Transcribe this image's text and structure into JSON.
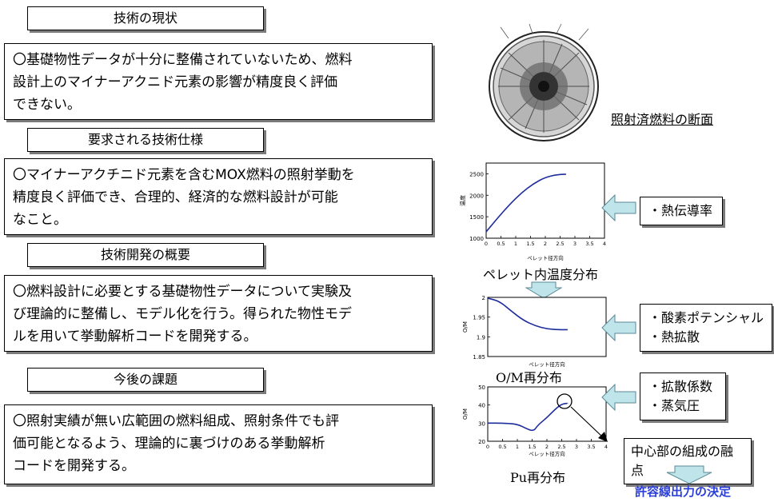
{
  "left": {
    "sections": [
      {
        "heading": "技術の現状",
        "lines": [
          "〇基礎物性データが十分に整備されていないため、燃料",
          "設計上のマイナーアクニド元素の影響が精度良く評価",
          "できない。"
        ]
      },
      {
        "heading": "要求される技術仕様",
        "lines": [
          "〇マイナーアクチニド元素を含むMOX燃料の照射挙動を",
          "精度良く評価でき、合理的、経済的な燃料設計が可能",
          "なこと。"
        ]
      },
      {
        "heading": "技術開発の概要",
        "lines": [
          "〇燃料設計に必要とする基礎物性データについて実験及",
          "び理論的に整備し、モデル化を行う。得られた物性モデ",
          "ルを用いて挙動解析コードを開発する。"
        ]
      },
      {
        "heading": "今後の課題",
        "lines": [
          "〇照射実績が無い広範囲の燃料組成、照射条件でも評",
          "価可能となるよう、理論的に裏づけのある挙動解析",
          "コードを開発する。"
        ]
      }
    ]
  },
  "right": {
    "crosssection_label": "照射済燃料の断面",
    "temp": {
      "caption": "ペレット内温度分布",
      "input": "・熱伝導率"
    },
    "om": {
      "caption": "O/M再分布",
      "inputs": [
        "・酸素ポテンシャル",
        "・熱拡散"
      ]
    },
    "pu": {
      "caption": "Pu再分布",
      "inputs": [
        "・拡散係数",
        "・蒸気圧"
      ]
    },
    "melting_point": "中心部の組成の融点",
    "decision": "許容線出力の決定"
  },
  "colors": {
    "curve": "#1c2c9c",
    "arrow_fill": "#bfe4ea",
    "arrow_stroke": "#5a8a96",
    "emphasis": "#2b3fd6"
  },
  "chart_data": [
    {
      "type": "line",
      "xlabel": "ペレット径方向",
      "ylabel": "温度",
      "xticks": [
        "0",
        "0.5",
        "1",
        "1.5",
        "2",
        "2.5",
        "3",
        "3.5",
        "4"
      ],
      "yticks": [
        "1000",
        "1500",
        "2000",
        "2500"
      ],
      "xlim": [
        0,
        4
      ],
      "ylim": [
        1000,
        2750
      ],
      "x": [
        0,
        0.4,
        0.8,
        1.2,
        1.6,
        2.0,
        2.4,
        2.7
      ],
      "y": [
        1150,
        1480,
        1790,
        2060,
        2270,
        2420,
        2480,
        2490
      ]
    },
    {
      "type": "line",
      "xlabel": "ペレット径方向",
      "ylabel": "O/M",
      "yticks": [
        "1.85",
        "1.9",
        "1.95",
        "2"
      ],
      "xlim": [
        0,
        4
      ],
      "ylim": [
        1.85,
        2.0
      ],
      "x": [
        0,
        0.4,
        0.8,
        1.2,
        1.6,
        2.0,
        2.4,
        2.7
      ],
      "y": [
        1.998,
        1.99,
        1.965,
        1.942,
        1.928,
        1.92,
        1.918,
        1.918
      ]
    },
    {
      "type": "line",
      "xlabel": "ペレット径方向",
      "ylabel": "O/M",
      "xticks": [
        "0",
        "0.5",
        "1",
        "1.5",
        "2",
        "2.5",
        "3",
        "3.5",
        "4"
      ],
      "yticks": [
        "20",
        "30",
        "40",
        "50"
      ],
      "xlim": [
        0,
        4
      ],
      "ylim": [
        20,
        50
      ],
      "x": [
        0,
        0.5,
        1.0,
        1.3,
        1.55,
        1.7,
        2.0,
        2.3,
        2.5,
        2.7
      ],
      "y": [
        30,
        30,
        29.5,
        27,
        25.5,
        29,
        33,
        38,
        40.5,
        41
      ]
    }
  ]
}
